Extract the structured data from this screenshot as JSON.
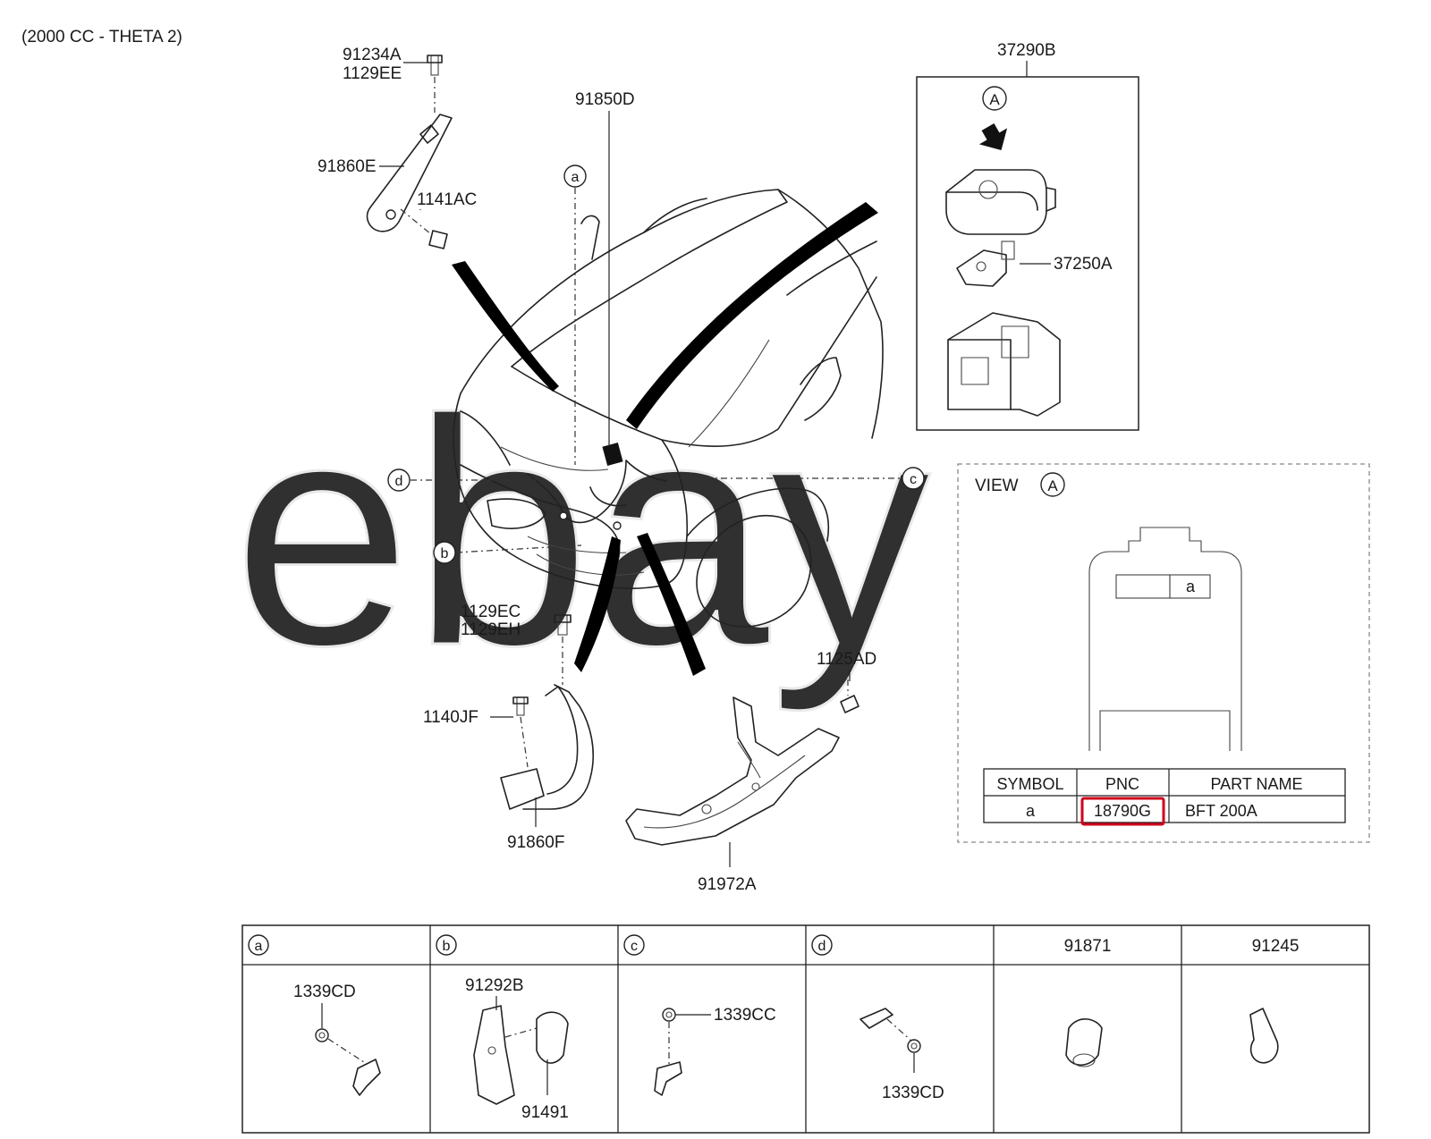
{
  "header": {
    "engine_note": "(2000 CC - THETA 2)"
  },
  "callouts": {
    "p91234A": "91234A",
    "p1129EE": "1129EE",
    "p91860E": "91860E",
    "p1141AC": "1141AC",
    "p91850D": "91850D",
    "p37290B": "37290B",
    "p37250A": "37250A",
    "p1129EC": "1129EC",
    "p1129EH": "1129EH",
    "p1140JF": "1140JF",
    "p91860F": "91860F",
    "p1125AD": "1125AD",
    "p91972A": "91972A"
  },
  "markers": {
    "a": "a",
    "b": "b",
    "c": "c",
    "d": "d",
    "A": "A"
  },
  "view": {
    "title": "VIEW",
    "ref": "A",
    "fuse_label": "a",
    "table": {
      "headers": [
        "SYMBOL",
        "PNC",
        "PART NAME"
      ],
      "rows": [
        [
          "a",
          "18790G",
          "BFT 200A"
        ]
      ],
      "highlight_color": "#d0021b"
    }
  },
  "detail_grid": {
    "headers": [
      "a",
      "b",
      "c",
      "d",
      "91871",
      "91245"
    ],
    "cells": {
      "a": [
        "1339CD"
      ],
      "b": [
        "91292B",
        "91491"
      ],
      "c": [
        "1339CC"
      ],
      "d": [
        "1339CD"
      ]
    }
  },
  "watermark": "ebay"
}
